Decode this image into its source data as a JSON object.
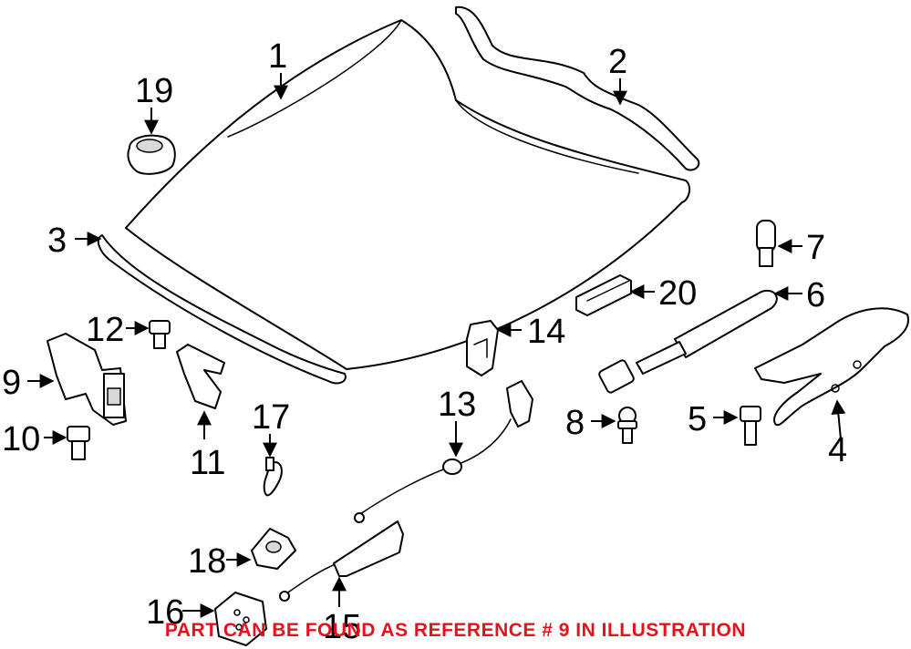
{
  "colors": {
    "line": "#000000",
    "background": "#ffffff",
    "note": "#e8101c"
  },
  "callouts": [
    "1",
    "2",
    "3",
    "4",
    "5",
    "6",
    "7",
    "8",
    "9",
    "10",
    "11",
    "12",
    "13",
    "14",
    "15",
    "16",
    "17",
    "18",
    "19",
    "20"
  ],
  "note": "PART CAN BE FOUND AS REFERENCE # 9 IN ILLUSTRATION"
}
